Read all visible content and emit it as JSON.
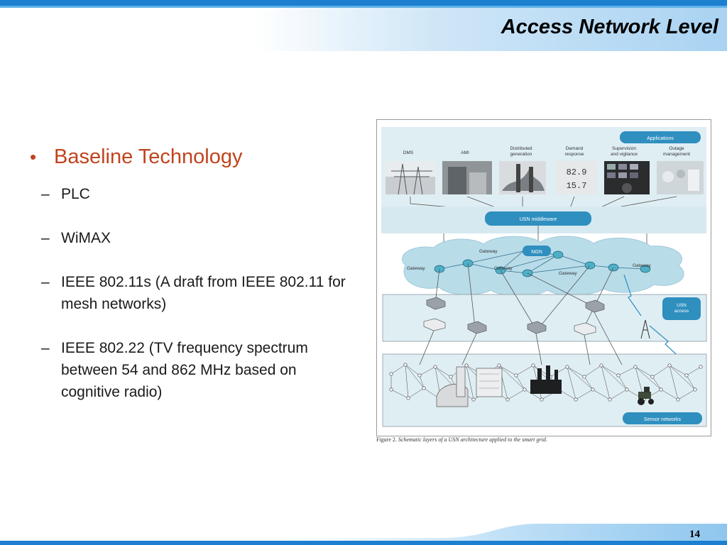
{
  "slide": {
    "title": "Access Network Level",
    "page_number": "14",
    "bullet": "Baseline Technology",
    "sub_items": [
      "PLC",
      "WiMAX",
      "IEEE 802.11s (A draft from IEEE 802.11 for mesh networks)",
      "IEEE 802.22 (TV frequency spectrum between 54 and 862 MHz based on cognitive radio)"
    ]
  },
  "figure": {
    "applications_label": "Applications",
    "app_items": [
      {
        "label": [
          "DMS"
        ]
      },
      {
        "label": [
          "AMI"
        ]
      },
      {
        "label": [
          "Distributed",
          "generation"
        ]
      },
      {
        "label": [
          "Demand",
          "response"
        ]
      },
      {
        "label": [
          "Supervision",
          "and vigilance"
        ]
      },
      {
        "label": [
          "Outage",
          "management"
        ]
      }
    ],
    "middleware_label": "USN middleware",
    "ngn_label": "NGN",
    "gateway_label": "Gateway",
    "usn_access_label": [
      "USN",
      "access"
    ],
    "sensor_networks_label": "Sensor networks",
    "caption_label": "Figure 2.",
    "caption_text": "Schematic layers of a USN architecture applied to the smart grid."
  },
  "colors": {
    "accent_blue": "#2f8fbf",
    "node_teal": "#4eb0c6",
    "bullet_orange": "#c0441e",
    "panel_bg": "#dfeef3"
  }
}
